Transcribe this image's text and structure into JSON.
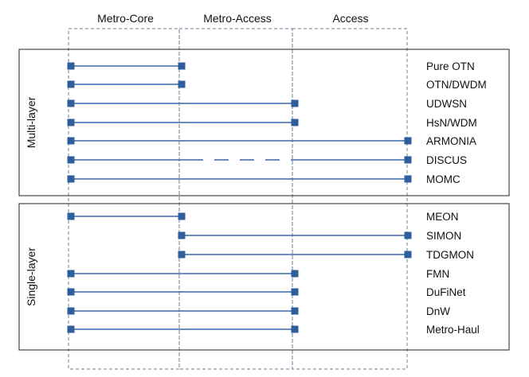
{
  "columns": [
    {
      "key": "metro-core",
      "label": "Metro-Core"
    },
    {
      "key": "metro-access",
      "label": "Metro-Access"
    },
    {
      "key": "access",
      "label": "Access"
    }
  ],
  "groups": [
    {
      "key": "multi-layer",
      "label": "Multi-layer",
      "rows": [
        {
          "label": "Pure OTN",
          "start": 0,
          "end": 1,
          "style": "solid"
        },
        {
          "label": "OTN/DWDM",
          "start": 0,
          "end": 1,
          "style": "solid"
        },
        {
          "label": "UDWSN",
          "start": 0,
          "end": 2,
          "style": "solid"
        },
        {
          "label": "HsN/WDM",
          "start": 0,
          "end": 2,
          "style": "solid"
        },
        {
          "label": "ARMONIA",
          "start": 0,
          "end": 3,
          "style": "solid"
        },
        {
          "label": "DISCUS",
          "start": 0,
          "end": 3,
          "style": "dashed-middle"
        },
        {
          "label": "MOMC",
          "start": 0,
          "end": 3,
          "style": "solid"
        }
      ]
    },
    {
      "key": "single-layer",
      "label": "Single-layer",
      "rows": [
        {
          "label": "MEON",
          "start": 0,
          "end": 1,
          "style": "solid"
        },
        {
          "label": "SIMON",
          "start": 1,
          "end": 3,
          "style": "solid"
        },
        {
          "label": "TDGMON",
          "start": 1,
          "end": 3,
          "style": "solid"
        },
        {
          "label": "FMN",
          "start": 0,
          "end": 2,
          "style": "solid"
        },
        {
          "label": "DuFiNet",
          "start": 0,
          "end": 2,
          "style": "solid"
        },
        {
          "label": "DnW",
          "start": 0,
          "end": 2,
          "style": "solid"
        },
        {
          "label": "Metro-Haul",
          "start": 0,
          "end": 2,
          "style": "solid"
        }
      ]
    }
  ],
  "colors": {
    "line": "#3a66a8",
    "marker": "#2f5e9e",
    "column_border": "#6b7f9a",
    "group_border": "#222222"
  }
}
